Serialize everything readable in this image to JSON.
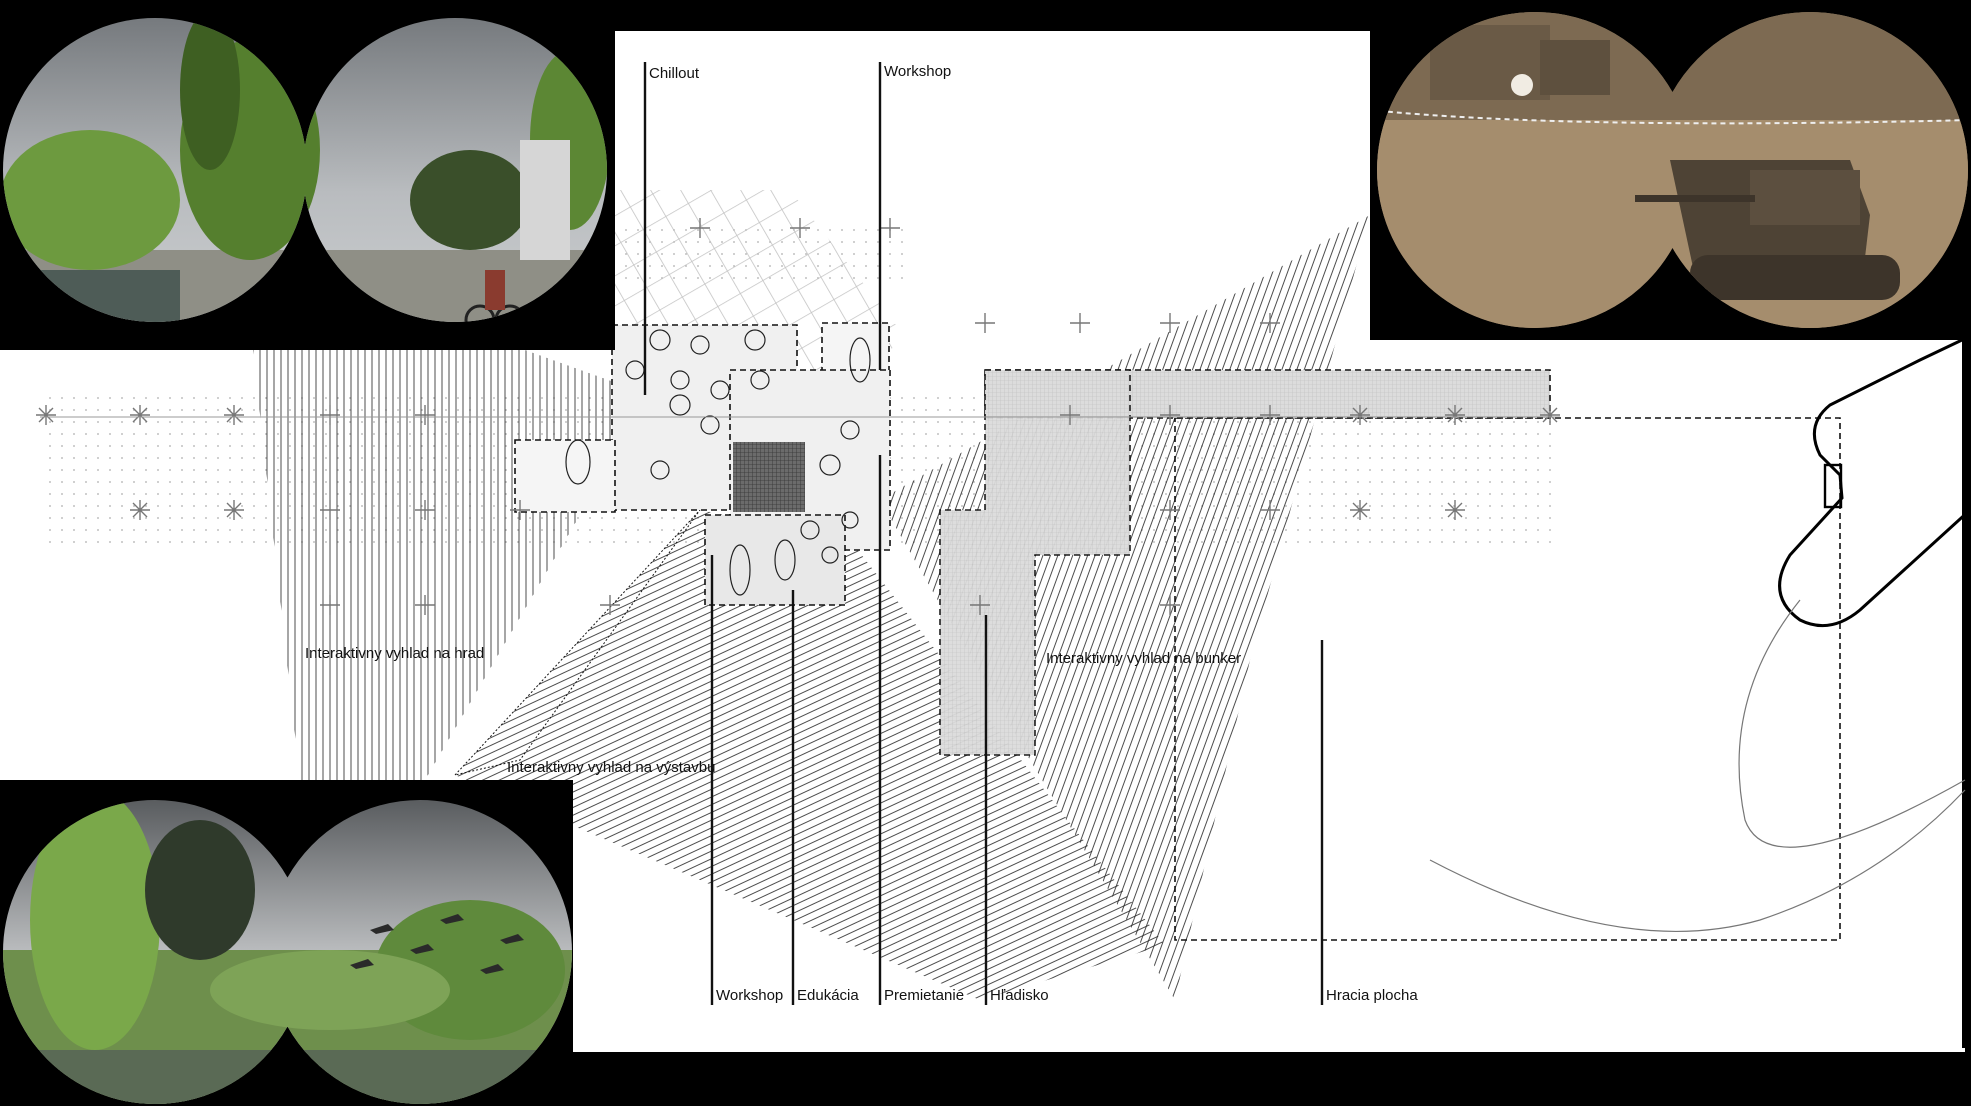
{
  "labels": {
    "chillout": "Chillout",
    "workshop_top": "Workshop",
    "view_castle": "Interaktivny vyhlad na hrad",
    "view_bunker": "Interaktivny vyhlad na bunker",
    "view_exhibition": "Interaktivny vyhlad na výstavbu",
    "workshop_bottom": "Workshop",
    "education": "Edukácia",
    "screening": "Premietanie",
    "lookout": "Hľadisko",
    "playground": "Hracia plocha"
  },
  "photos": {
    "park": "binocular view – park with cyclists",
    "tanks": "binocular view – sepia tanks",
    "birds": "binocular view – river with birds"
  },
  "colors": {
    "background": "#000000",
    "sheet": "#ffffff",
    "ink": "#111111",
    "hatch_gray": "#9a9a9a",
    "zone_light": "#d9d9d9",
    "zone_dark": "#555555",
    "sepia": "#8a7358",
    "foliage": "#5f8a3c",
    "sky": "#9aa0a6"
  }
}
